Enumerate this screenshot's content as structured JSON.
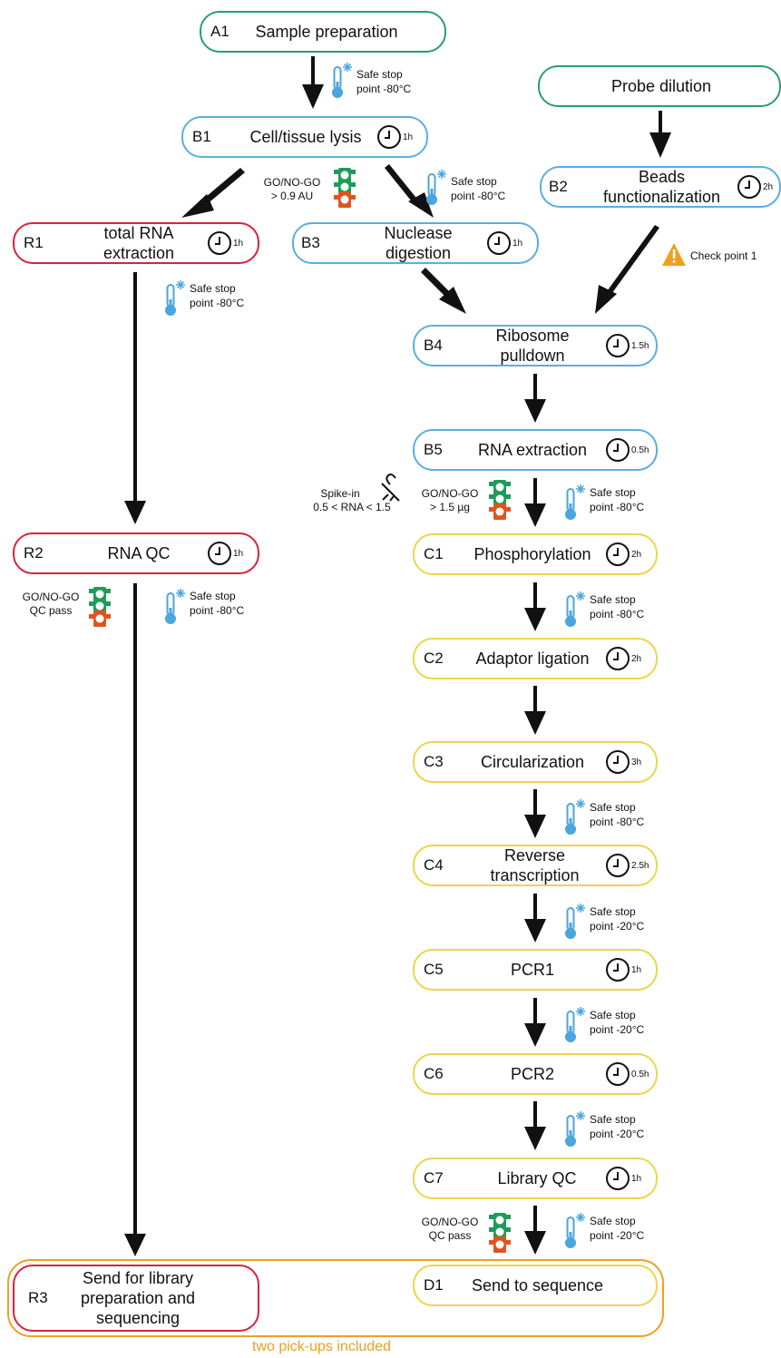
{
  "nodes": {
    "a1": {
      "id": "A1",
      "label": "Sample preparation"
    },
    "probe": {
      "label": "Probe dilution"
    },
    "b1": {
      "id": "B1",
      "label": "Cell/tissue lysis",
      "time": "1h"
    },
    "b2": {
      "id": "B2",
      "label": "Beads functionalization",
      "time": "2h"
    },
    "r1": {
      "id": "R1",
      "label": "total RNA extraction",
      "time": "1h"
    },
    "b3": {
      "id": "B3",
      "label": "Nuclease digestion",
      "time": "1h"
    },
    "b4": {
      "id": "B4",
      "label": "Ribosome pulldown",
      "time": "1.5h"
    },
    "b5": {
      "id": "B5",
      "label": "RNA extraction",
      "time": "0.5h"
    },
    "r2": {
      "id": "R2",
      "label": "RNA QC",
      "time": "1h"
    },
    "c1": {
      "id": "C1",
      "label": "Phosphorylation",
      "time": "2h"
    },
    "c2": {
      "id": "C2",
      "label": "Adaptor ligation",
      "time": "2h"
    },
    "c3": {
      "id": "C3",
      "label": "Circularization",
      "time": "3h"
    },
    "c4": {
      "id": "C4",
      "label": "Reverse transcription",
      "time": "2.5h"
    },
    "c5": {
      "id": "C5",
      "label": "PCR1",
      "time": "1h"
    },
    "c6": {
      "id": "C6",
      "label": "PCR2",
      "time": "0.5h"
    },
    "c7": {
      "id": "C7",
      "label": "Library QC",
      "time": "1h"
    },
    "r3": {
      "id": "R3",
      "label": "Send for library preparation and sequencing"
    },
    "d1": {
      "id": "D1",
      "label": "Send to sequence"
    }
  },
  "notes": {
    "safe_stop_a1": {
      "line1": "Safe stop",
      "line2": "point -80°C"
    },
    "safe_stop_b1": {
      "line1": "Safe stop",
      "line2": "point -80°C"
    },
    "safe_stop_r1": {
      "line1": "Safe stop",
      "line2": "point -80°C"
    },
    "safe_stop_r2": {
      "line1": "Safe stop",
      "line2": "point -80°C"
    },
    "safe_stop_b5": {
      "line1": "Safe stop",
      "line2": "point -80°C"
    },
    "safe_stop_c1": {
      "line1": "Safe stop",
      "line2": "point -80°C"
    },
    "safe_stop_c3": {
      "line1": "Safe stop",
      "line2": "point -80°C"
    },
    "safe_stop_c4": {
      "line1": "Safe stop",
      "line2": "point -20°C"
    },
    "safe_stop_c5": {
      "line1": "Safe stop",
      "line2": "point -20°C"
    },
    "safe_stop_c6": {
      "line1": "Safe stop",
      "line2": "point -20°C"
    },
    "safe_stop_c7": {
      "line1": "Safe stop",
      "line2": "point -20°C"
    },
    "gonogo_b1": {
      "line1": "GO/NO-GO",
      "line2": "> 0.9 AU"
    },
    "gonogo_b5": {
      "line1": "GO/NO-GO",
      "line2": "> 1.5 µg"
    },
    "gonogo_r2": {
      "line1": "GO/NO-GO",
      "line2": "QC pass"
    },
    "gonogo_c7": {
      "line1": "GO/NO-GO",
      "line2": "QC pass"
    },
    "spike_in": {
      "line1": "Spike-in",
      "line2": "0.5 < RNA < 1.5"
    },
    "checkpoint": {
      "label": "Check point 1"
    }
  },
  "footer": {
    "label": "two pick-ups included"
  },
  "colors": {
    "green": "#2a9d6f",
    "blue": "#5aaee0",
    "red": "#d8223c",
    "yellow": "#ead64a",
    "orange": "#f0a020",
    "thermometer": "#4aa6dc",
    "light_green": "#1f9a5a",
    "light_orange": "#e0531e"
  },
  "icons": [
    "clock-icon",
    "thermometer-icon",
    "snowflake-icon",
    "traffic-light-icon",
    "warning-icon",
    "pipette-icon"
  ]
}
